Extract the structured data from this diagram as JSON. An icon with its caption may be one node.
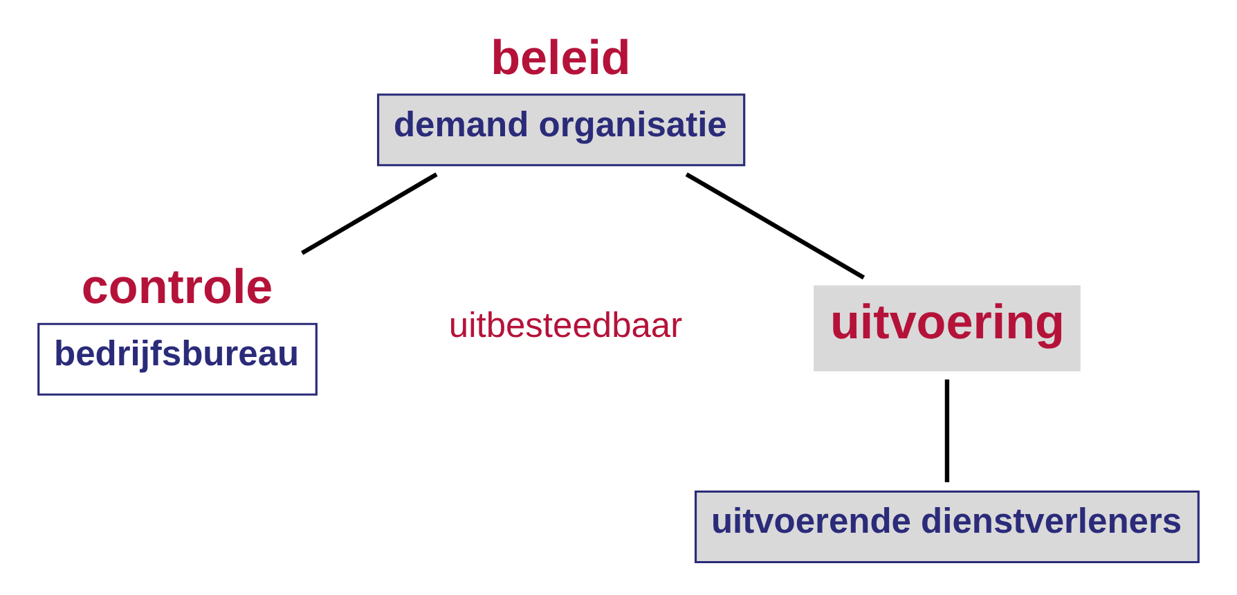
{
  "diagram": {
    "nodes": [
      {
        "text": [
          "beleid",
          "demand organisatie"
        ]
      },
      {
        "text": [
          "controle",
          "bedrijfsbureau"
        ]
      },
      {
        "text": [
          "uitvoering"
        ]
      },
      {
        "text": [
          "uitvoerende dienstverleners"
        ]
      }
    ],
    "edges": [
      {
        "from": 0,
        "to": 1,
        "arrow": "none"
      },
      {
        "from": 0,
        "to": 2,
        "arrow": "none"
      },
      {
        "from": 2,
        "to": 3,
        "arrow": "none"
      }
    ],
    "labels": [
      "uitbesteedbaar"
    ]
  }
}
